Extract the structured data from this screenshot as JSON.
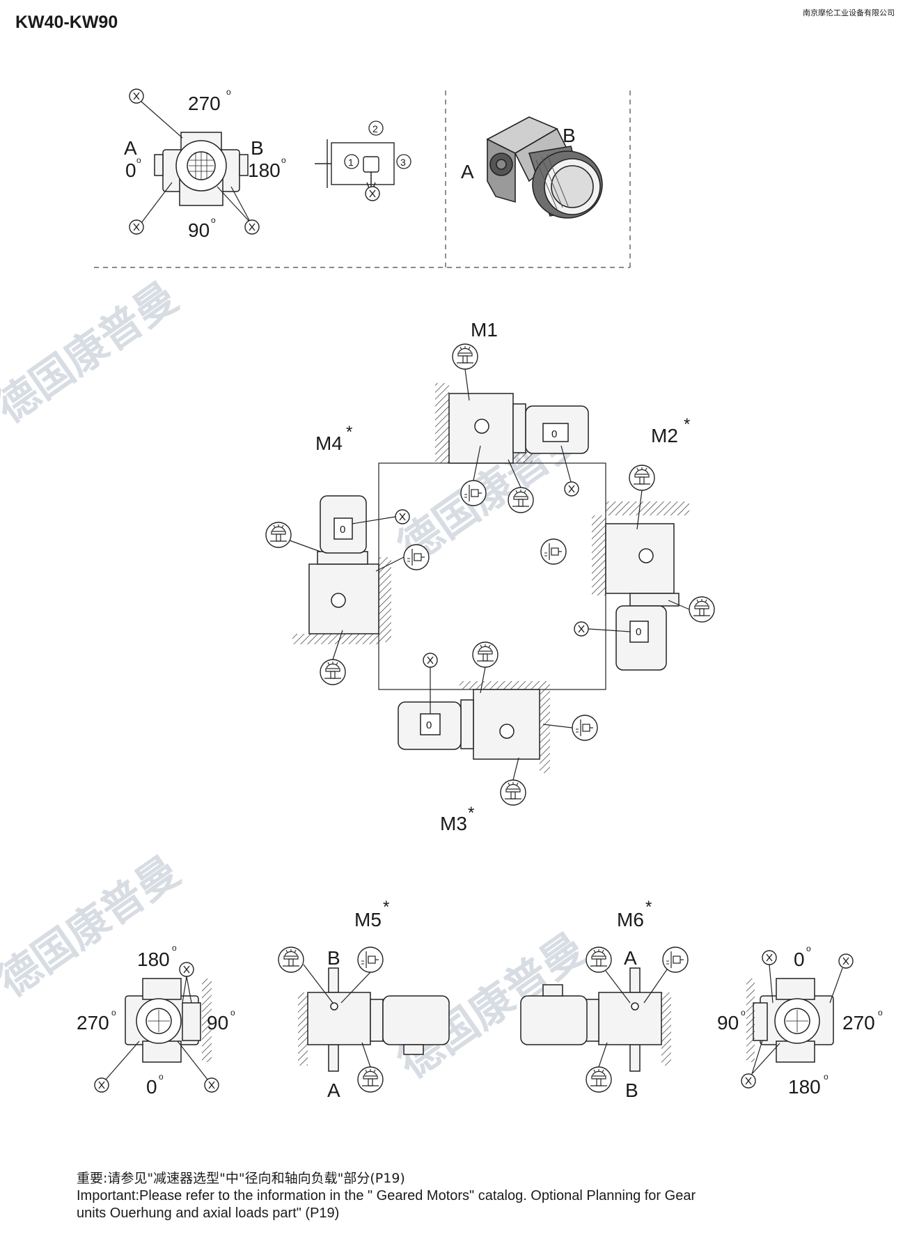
{
  "header": {
    "title": "KW40-KW90",
    "company": "南京摩伦工业设备有限公司"
  },
  "watermark": "德国康普曼",
  "top_panel": {
    "deg_270": "270",
    "deg_180": "180",
    "deg_0": "0",
    "deg_90": "90",
    "side_a": "A",
    "side_b": "B",
    "x_mark": "X",
    "sym": "o",
    "pos_1": "1",
    "pos_2": "2",
    "pos_3": "3"
  },
  "mounting": {
    "m1": "M1",
    "m2": "M2",
    "m3": "M3",
    "m4": "M4",
    "m5": "M5",
    "m6": "M6",
    "star": "*",
    "zero": "0",
    "x_mark": "X"
  },
  "bottom": {
    "left_180": "180",
    "left_270": "270",
    "left_90": "90",
    "left_0": "0",
    "m5_b": "B",
    "m5_a": "A",
    "m6_a": "A",
    "m6_b": "B",
    "right_0": "0",
    "right_90": "90",
    "right_270": "270",
    "right_180": "180",
    "sym": "o"
  },
  "footer": {
    "cn": "重要:请参见\"减速器选型\"中\"径向和轴向负载\"部分(P19)",
    "en_1": "Important:Please refer to the information in the \" Geared Motors\" catalog. Optional Planning for Gear",
    "en_2": "units Ouerhung and axial loads part\" (P19)"
  }
}
